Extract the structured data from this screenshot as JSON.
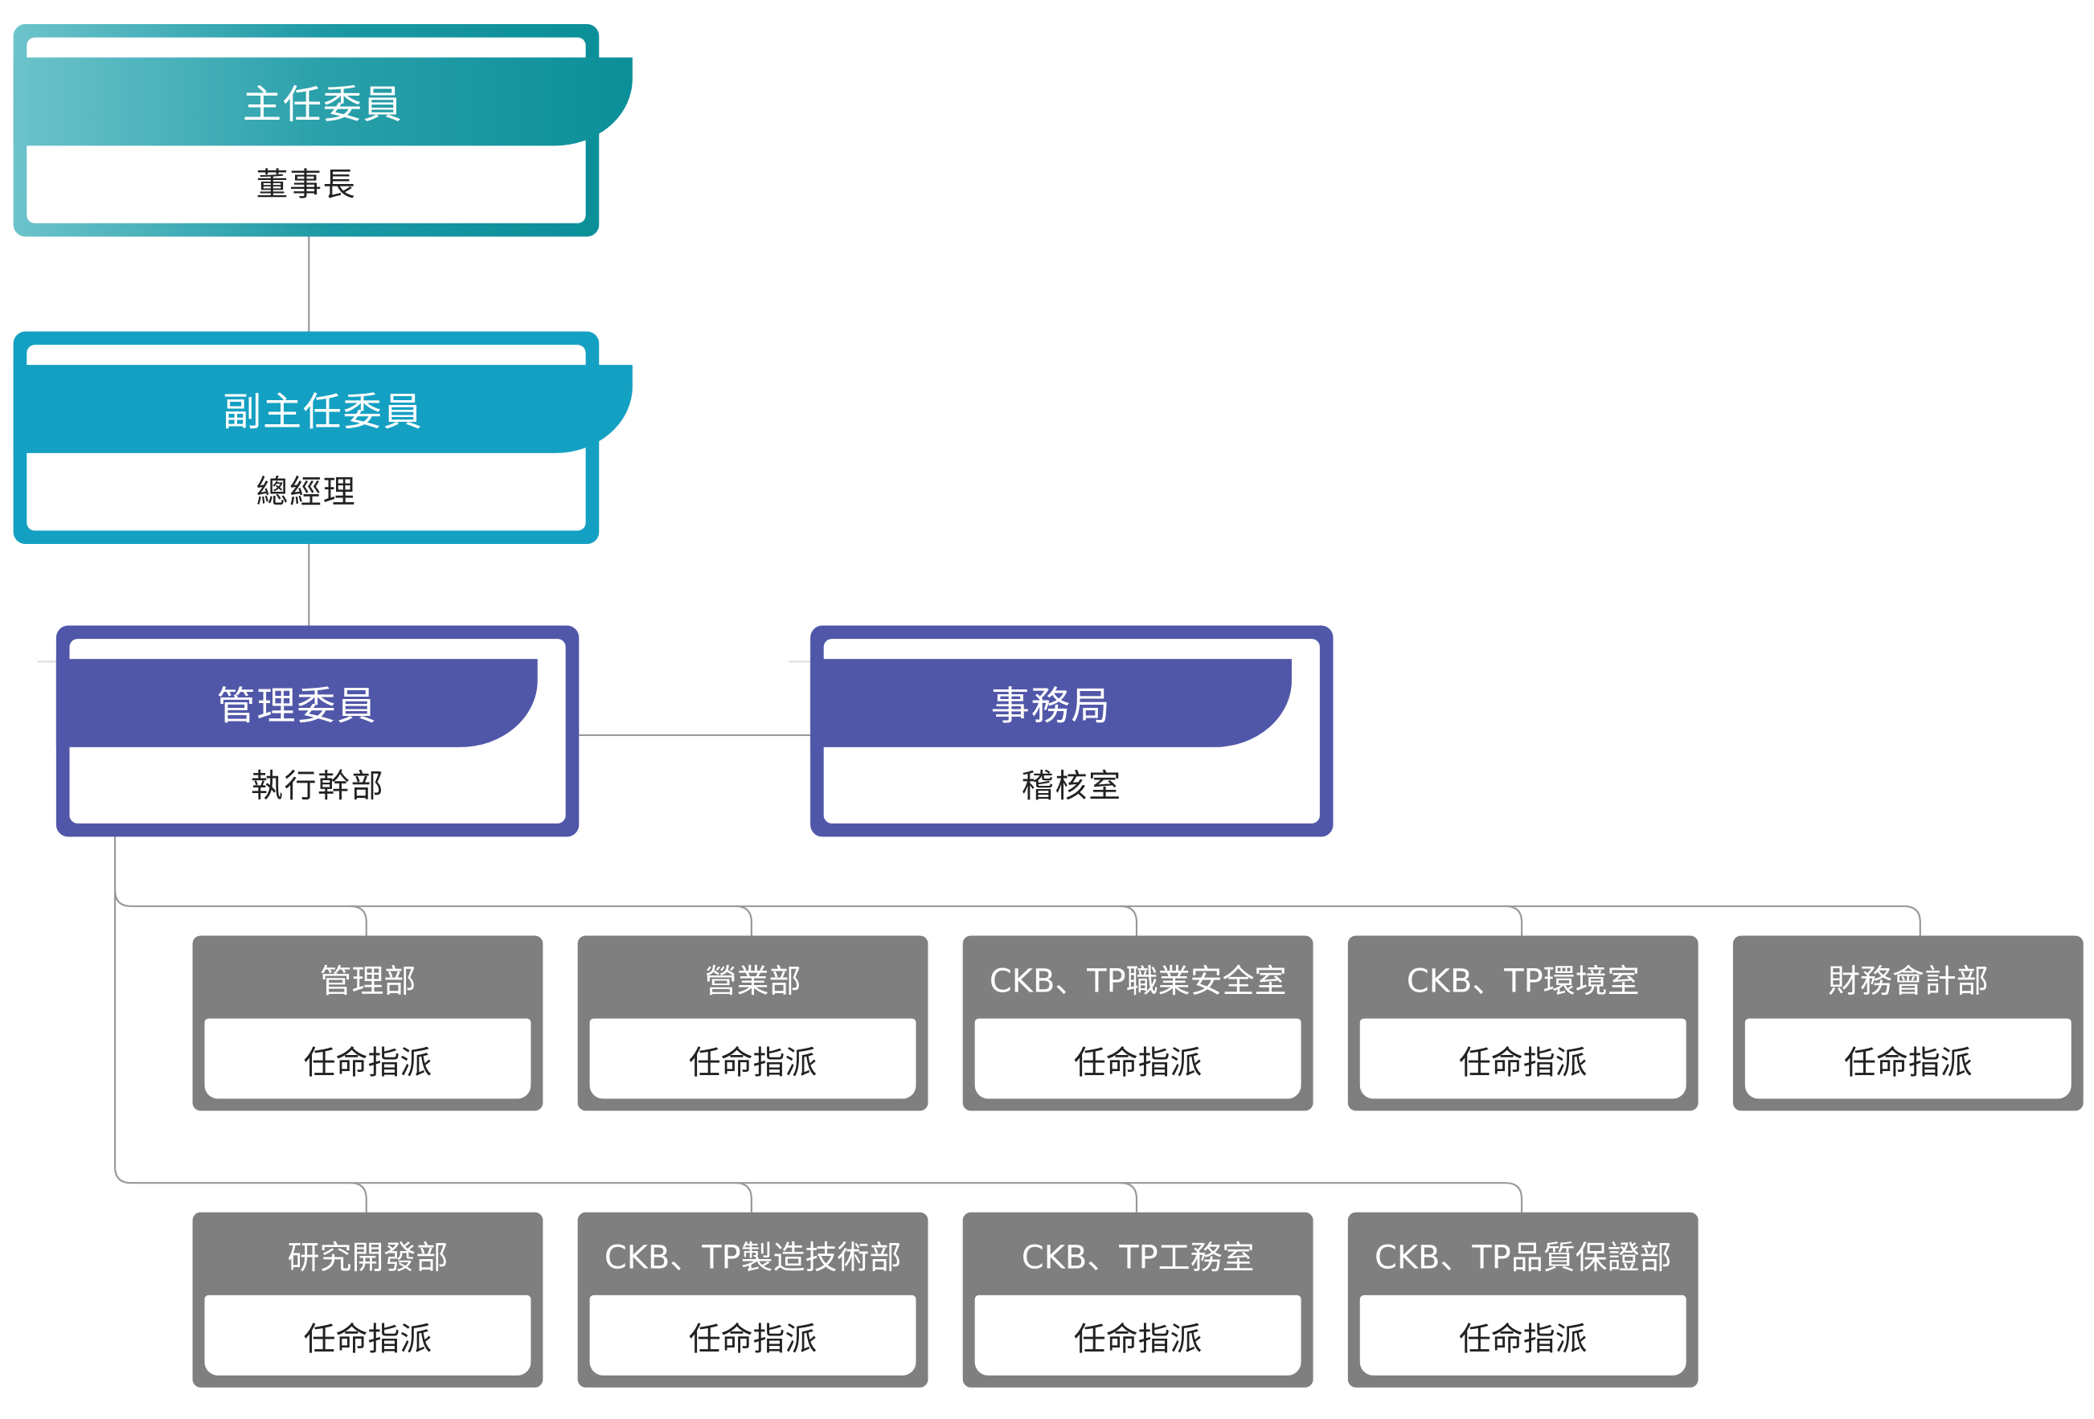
{
  "chair": {
    "title": "主任委員",
    "subtitle": "董事長"
  },
  "vice_chair": {
    "title": "副主任委員",
    "subtitle": "總經理"
  },
  "management": {
    "title": "管理委員",
    "subtitle": "執行幹部"
  },
  "office": {
    "title": "事務局",
    "subtitle": "稽核室"
  },
  "departments_row1": [
    {
      "name": "管理部",
      "role": "任命指派"
    },
    {
      "name": "營業部",
      "role": "任命指派"
    },
    {
      "name": "CKB、TP職業安全室",
      "role": "任命指派"
    },
    {
      "name": "CKB、TP環境室",
      "role": "任命指派"
    },
    {
      "name": "財務會計部",
      "role": "任命指派"
    }
  ],
  "departments_row2": [
    {
      "name": "研究開發部",
      "role": "任命指派"
    },
    {
      "name": "CKB、TP製造技術部",
      "role": "任命指派"
    },
    {
      "name": "CKB、TP工務室",
      "role": "任命指派"
    },
    {
      "name": "CKB、TP品質保證部",
      "role": "任命指派"
    }
  ],
  "colors": {
    "chair_gradient_start": "#6cc3cb",
    "chair_gradient_end": "#0b8f98",
    "vice_chair": "#14a0c2",
    "management": "#5157a8",
    "department": "#7f7f7f",
    "connector": "#999999"
  }
}
